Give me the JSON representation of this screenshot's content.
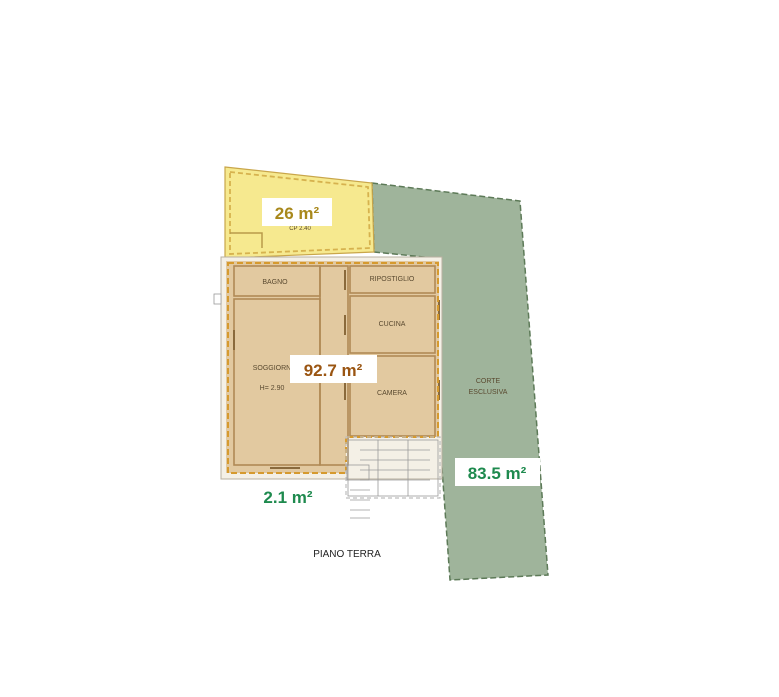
{
  "plan": {
    "title": "PIANO TERRA",
    "rooms": {
      "bagno": "BAGNO",
      "ripostiglio": "RIPOSTIGLIO",
      "cucina": "CUCINA",
      "soggiorno": "SOGGIORN",
      "soggiorno_height": "H= 2.90",
      "camera": "CAMERA",
      "corte_line1": "CORTE",
      "corte_line2": "ESCLUSIVA",
      "yellow_note": "CP 2.40"
    },
    "areas": {
      "yellow": "26 m²",
      "main": "92.7 m²",
      "garden": "83.5 m²",
      "entry": "2.1 m²"
    },
    "colors": {
      "yellow_fill": "#f6e98f",
      "yellow_area_text": "#a8881c",
      "main_fill": "#e2c9a0",
      "main_area_text": "#9a5512",
      "garden_fill": "#9fb49b",
      "garden_area_text": "#1e8a4e",
      "entry_area_text": "#1e8a4e"
    }
  }
}
